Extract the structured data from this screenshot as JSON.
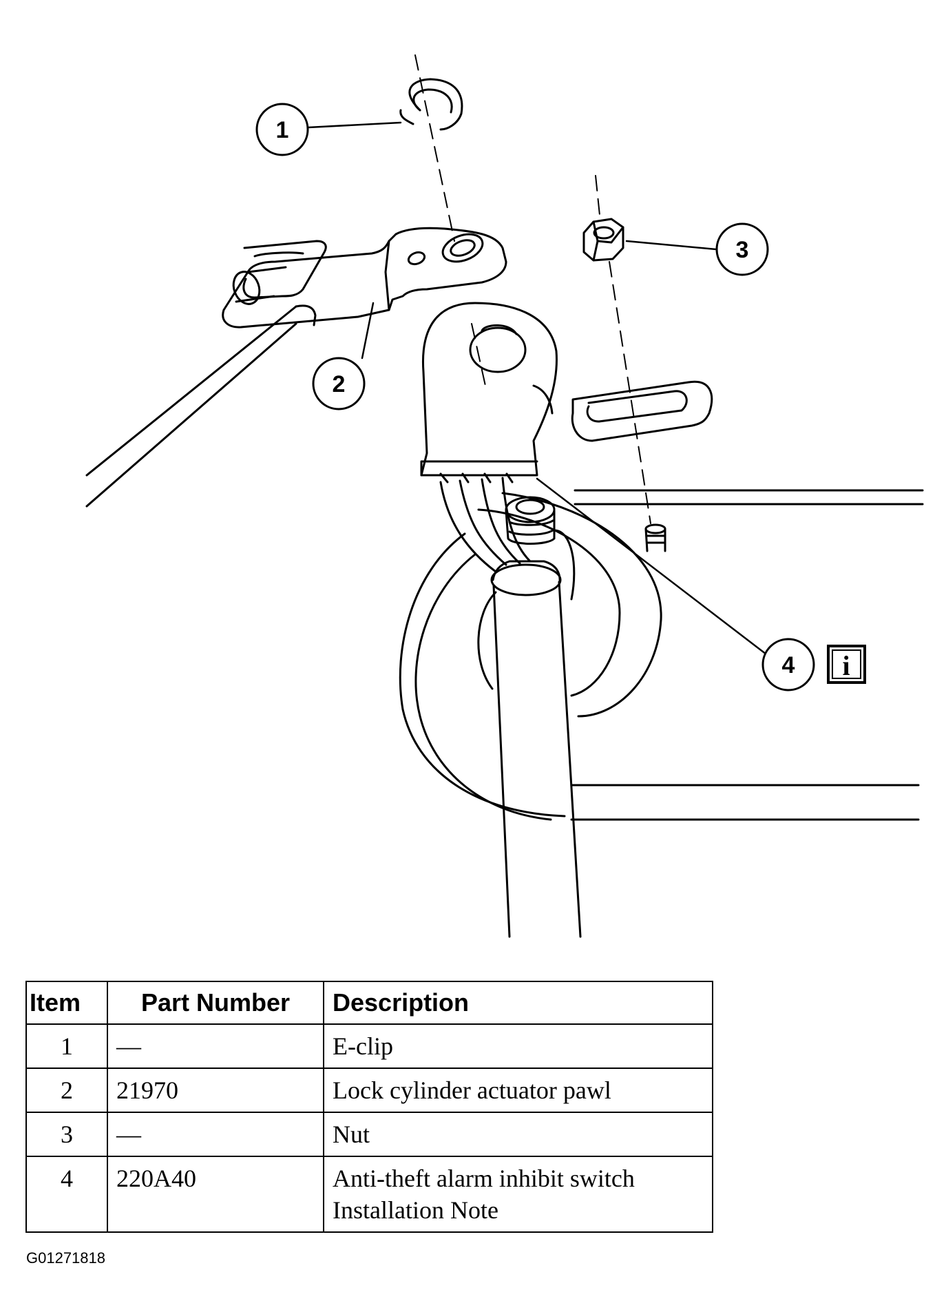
{
  "callouts": [
    {
      "num": "1"
    },
    {
      "num": "2"
    },
    {
      "num": "3"
    },
    {
      "num": "4"
    }
  ],
  "info_icon": "i",
  "table": {
    "headers": [
      "Item",
      "Part Number",
      "Description"
    ],
    "rows": [
      {
        "item": "1",
        "part": "—",
        "description": [
          "E-clip"
        ]
      },
      {
        "item": "2",
        "part": "21970",
        "description": [
          "Lock cylinder actuator pawl"
        ]
      },
      {
        "item": "3",
        "part": "—",
        "description": [
          "Nut"
        ]
      },
      {
        "item": "4",
        "part": "220A40",
        "description": [
          "Anti-theft alarm inhibit switch",
          "Installation Note"
        ]
      }
    ]
  },
  "figure_code": "G01271818"
}
